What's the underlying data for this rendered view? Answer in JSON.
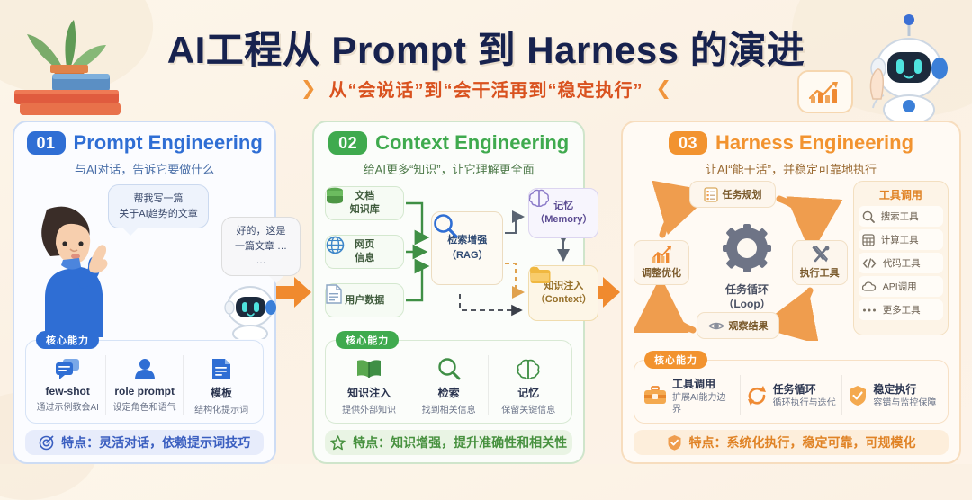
{
  "header": {
    "title": "AI工程从 Prompt 到 Harness 的演进",
    "subtitle": "从“会说话”到“会干活再到“稳定执行”",
    "chevron_left": "❯",
    "chevron_right": "❮",
    "chart_badge_icon": "bar-chart-growth-icon",
    "robot_icon": "robot-mascot-icon",
    "books_icon": "plant-and-books-icon"
  },
  "panels": [
    {
      "number": "01",
      "title": "Prompt Engineering",
      "subtitle": "与AI对话，告诉它要做什么",
      "accent": "#2f6ed4",
      "scene": {
        "user_bubble": "帮我写一篇\n关于AI趋势的文章",
        "user_bubble_line1": "帮我写一篇",
        "user_bubble_line2": "关于AI趋势的文章",
        "bot_bubble_line1": "好的，这是",
        "bot_bubble_line2": "一篇文章 … …",
        "person_icon": "person-pointing-icon",
        "bot_icon": "robot-head-icon"
      },
      "capability_label": "核心能力",
      "capabilities": [
        {
          "name": "few-shot",
          "desc": "通过示例教会AI",
          "icon": "chat-bubbles-icon"
        },
        {
          "name": "role prompt",
          "desc": "设定角色和语气",
          "icon": "user-avatar-icon"
        },
        {
          "name": "模板",
          "desc": "结构化提示词",
          "icon": "document-lines-icon"
        }
      ],
      "footer": "特点：灵活对话，依赖提示词技巧",
      "footer_icon": "target-dart-icon"
    },
    {
      "number": "02",
      "title": "Context Engineering",
      "subtitle": "给AI更多“知识”，让它理解更全面",
      "accent": "#3faa4e",
      "flow": {
        "sources": [
          {
            "line1": "文档",
            "line2": "知识库",
            "icon": "database-icon"
          },
          {
            "line1": "网页",
            "line2": "信息",
            "icon": "globe-icon"
          },
          {
            "line1": "用户数据",
            "line2": "",
            "icon": "file-icon"
          }
        ],
        "rag": {
          "line1": "检索增强",
          "line2": "（RAG）",
          "icon": "magnifier-icon"
        },
        "memory": {
          "line1": "记忆",
          "line2": "（Memory）",
          "icon": "brain-icon"
        },
        "context": {
          "line1": "知识注入",
          "line2": "（Context）",
          "icon": "folder-icon"
        }
      },
      "capability_label": "核心能力",
      "capabilities": [
        {
          "name": "知识注入",
          "desc": "提供外部知识",
          "icon": "open-book-icon"
        },
        {
          "name": "检索",
          "desc": "找到相关信息",
          "icon": "magnifier-icon"
        },
        {
          "name": "记忆",
          "desc": "保留关键信息",
          "icon": "brain-icon"
        }
      ],
      "footer": "特点：知识增强，提升准确性和相关性",
      "footer_icon": "star-icon"
    },
    {
      "number": "03",
      "title": "Harness Engineering",
      "subtitle": "让AI“能干活”，并稳定可靠地执行",
      "accent": "#f2932f",
      "loop": {
        "center_line1": "任务循环",
        "center_line2": "（Loop）",
        "center_icon": "gear-icon",
        "nodes": [
          {
            "label": "任务规划",
            "icon": "checklist-icon"
          },
          {
            "label": "执行工具",
            "icon": "tools-cross-icon"
          },
          {
            "label": "观察结果",
            "icon": "eye-icon"
          },
          {
            "label": "调整优化",
            "icon": "chart-up-icon"
          }
        ]
      },
      "tools_panel": {
        "title": "工具调用",
        "items": [
          {
            "label": "搜索工具",
            "icon": "magnifier-icon"
          },
          {
            "label": "计算工具",
            "icon": "calculator-icon"
          },
          {
            "label": "代码工具",
            "icon": "code-brackets-icon"
          },
          {
            "label": "API调用",
            "icon": "cloud-icon"
          },
          {
            "label": "更多工具",
            "icon": "ellipsis-icon"
          }
        ]
      },
      "capability_label": "核心能力",
      "capabilities": [
        {
          "name": "工具调用",
          "desc": "扩展AI能力边界",
          "icon": "toolbox-icon"
        },
        {
          "name": "任务循环",
          "desc": "循环执行与迭代",
          "icon": "refresh-loop-icon"
        },
        {
          "name": "稳定执行",
          "desc": "容错与监控保障",
          "icon": "shield-check-icon"
        }
      ],
      "footer": "特点：系统化执行，稳定可靠，可规模化",
      "footer_icon": "shield-check-icon"
    }
  ],
  "arrows": {
    "step_arrow_icon": "right-arrow-icon"
  }
}
